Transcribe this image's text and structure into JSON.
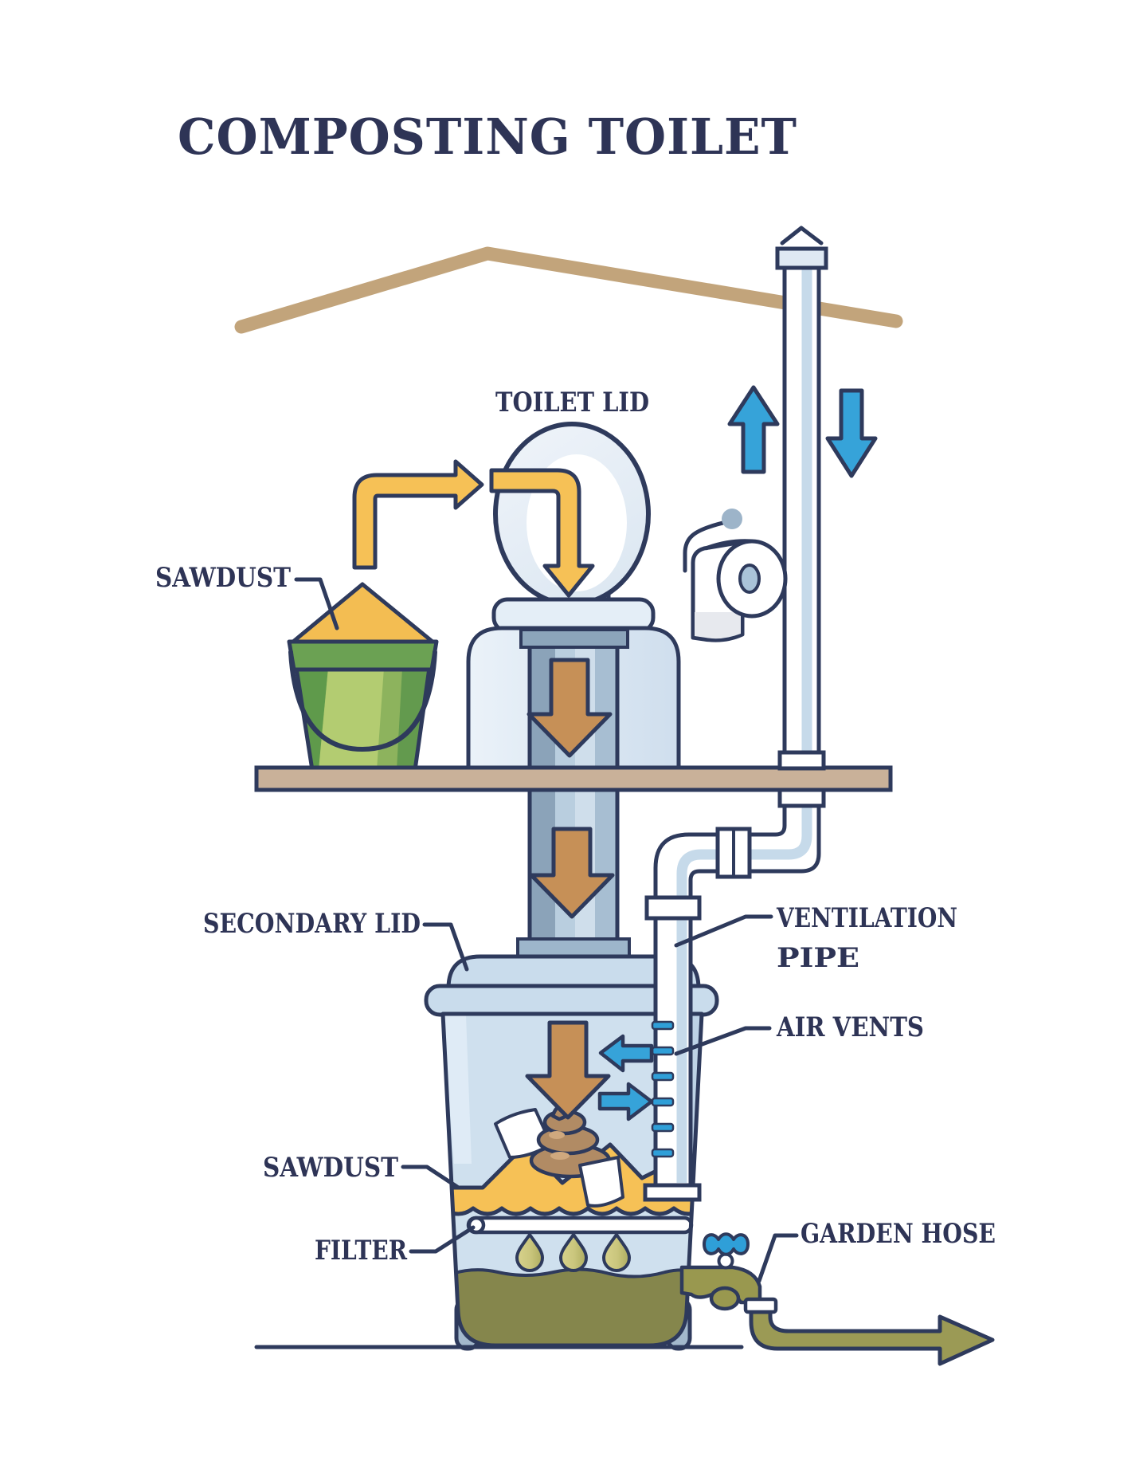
{
  "title": "COMPOSTING TOILET",
  "labels": {
    "toilet_lid": "TOILET LID",
    "sawdust_top": "SAWDUST",
    "secondary_lid": "SECONDARY LID",
    "ventilation_pipe_line1": "VENTILATION",
    "ventilation_pipe_line2": "PIPE",
    "air_vents": "AIR VENTS",
    "sawdust_lower": "SAWDUST",
    "filter": "FILTER",
    "garden_hose": "GARDEN HOSE"
  },
  "colors": {
    "outline_navy": "#2e3a5c",
    "title_text": "#2e3456",
    "roof_tan": "#c2a47b",
    "floor_tan": "#c9b199",
    "sawdust_yellow": "#f6c156",
    "arrow_brown": "#c69057",
    "arrow_blue": "#36a3d9",
    "vent_slot_blue": "#2f9fd8",
    "bucket_green_dark": "#639a4e",
    "bucket_green_light": "#b3cc71",
    "compost_olive": "#85864c",
    "hose_olive": "#9b9a55",
    "container_blue": "#cfe0ee",
    "pedestal_blue": "#dde9f4",
    "pipe_shade_blue": "#c6daea",
    "wheel_gray_blue": "#a3b8cc",
    "poop_brown": "#b18b64"
  }
}
